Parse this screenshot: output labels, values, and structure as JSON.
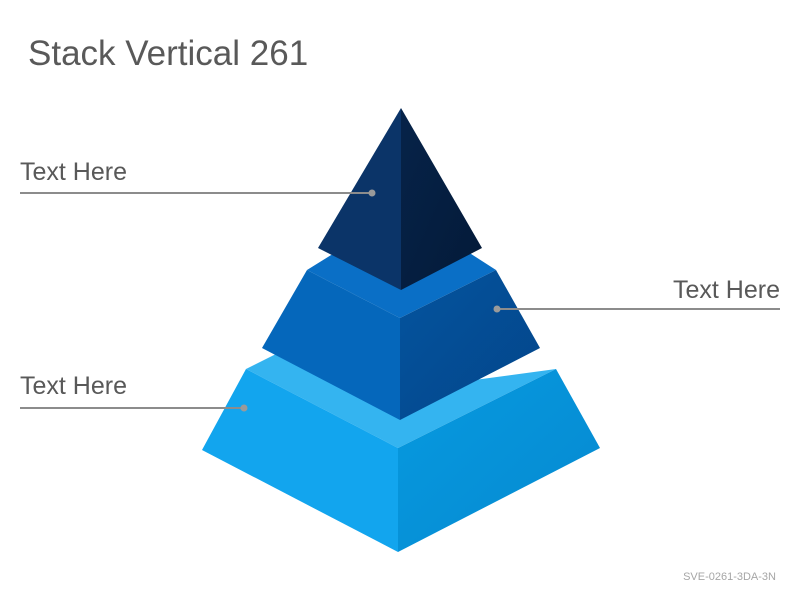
{
  "title": "Stack Vertical 261",
  "labels": {
    "top": "Text Here",
    "middle": "Text Here",
    "bottom": "Text Here"
  },
  "footer_code": "SVE-0261-3DA-3N",
  "colors": {
    "top_tier": "#0a2f62",
    "middle_tier": "#0565b8",
    "bottom_tier": "#10a4ec",
    "leader_line": "#8c8c8c",
    "text": "#595959"
  }
}
